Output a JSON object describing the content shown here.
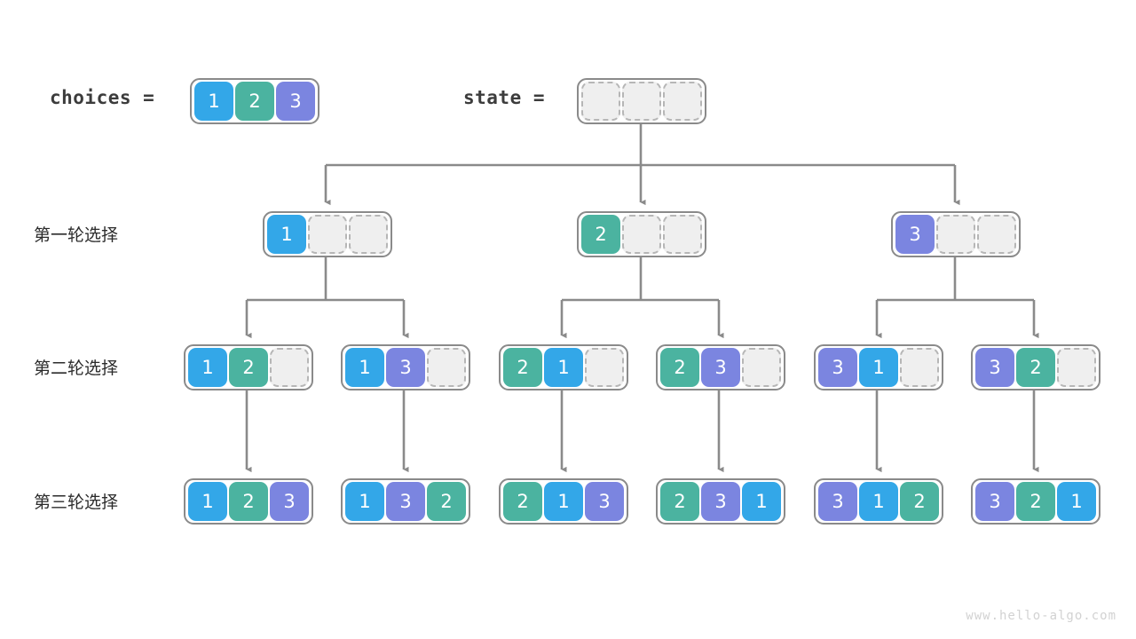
{
  "header": {
    "choices_label": "choices =",
    "state_label": "state ="
  },
  "rows": [
    {
      "label": "第一轮选择"
    },
    {
      "label": "第二轮选择"
    },
    {
      "label": "第三轮选择"
    }
  ],
  "colors": {
    "value_1": "#33a7e8",
    "value_2": "#4bb3a0",
    "value_3": "#7b85e0",
    "empty_fill": "#efefef",
    "empty_border": "#b6b6b6",
    "box_border": "#8a8a8a",
    "connector": "#8a8a8a",
    "text": "#3c3c3c",
    "watermark": "#d2d2d2"
  },
  "arrays": {
    "choices": {
      "cells": [
        "1",
        "2",
        "3"
      ]
    },
    "state": {
      "cells": [
        "",
        "",
        ""
      ]
    },
    "level1": [
      {
        "cells": [
          "1",
          "",
          ""
        ]
      },
      {
        "cells": [
          "2",
          "",
          ""
        ]
      },
      {
        "cells": [
          "3",
          "",
          ""
        ]
      }
    ],
    "level2": [
      {
        "cells": [
          "1",
          "2",
          ""
        ]
      },
      {
        "cells": [
          "1",
          "3",
          ""
        ]
      },
      {
        "cells": [
          "2",
          "1",
          ""
        ]
      },
      {
        "cells": [
          "2",
          "3",
          ""
        ]
      },
      {
        "cells": [
          "3",
          "1",
          ""
        ]
      },
      {
        "cells": [
          "3",
          "2",
          ""
        ]
      }
    ],
    "level3": [
      {
        "cells": [
          "1",
          "2",
          "3"
        ]
      },
      {
        "cells": [
          "1",
          "3",
          "2"
        ]
      },
      {
        "cells": [
          "2",
          "1",
          "3"
        ]
      },
      {
        "cells": [
          "2",
          "3",
          "1"
        ]
      },
      {
        "cells": [
          "3",
          "1",
          "2"
        ]
      },
      {
        "cells": [
          "3",
          "2",
          "1"
        ]
      }
    ]
  },
  "watermark": "www.hello-algo.com",
  "layout": {
    "level1_x": [
      296,
      650,
      1004
    ],
    "level2_x": [
      207,
      384,
      562,
      739,
      917,
      1094
    ],
    "level3_x": [
      207,
      384,
      562,
      739,
      917,
      1094
    ],
    "row_y": {
      "header": 88,
      "level1": 238,
      "level2": 388,
      "level3": 539
    }
  }
}
